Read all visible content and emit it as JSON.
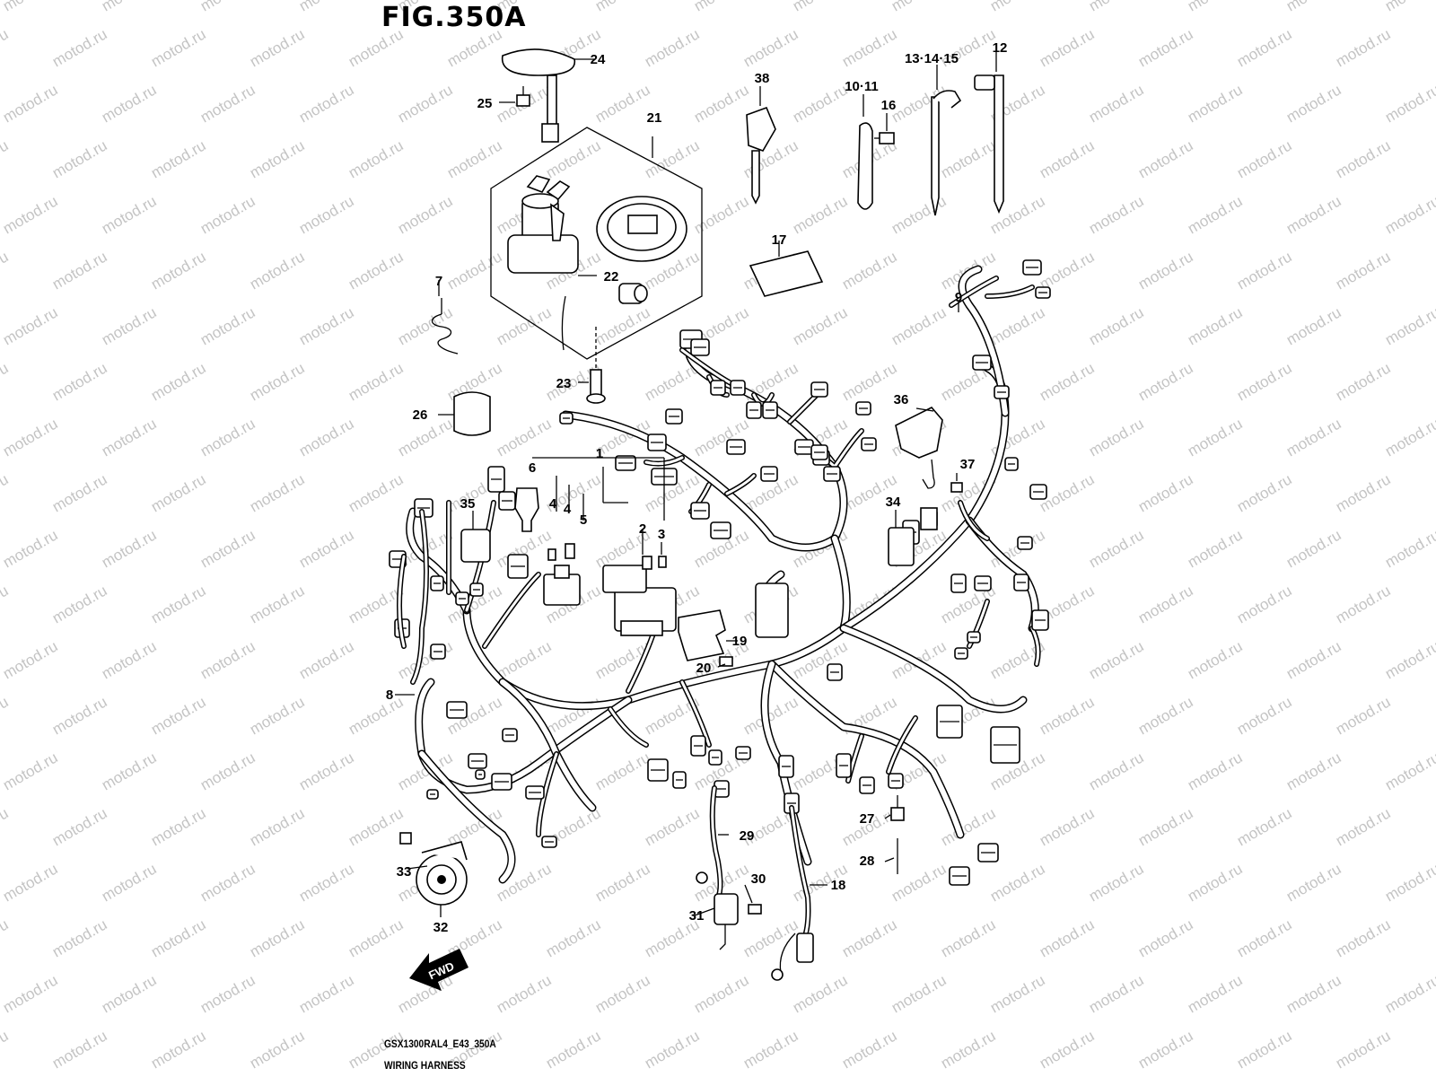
{
  "figure": {
    "title": "FIG.350A",
    "model_code": "GSX1300RAL4_E43_350A",
    "name": "WIRING HARNESS",
    "watermark": "motod.ru"
  },
  "labels": {
    "l1": "1",
    "l2": "2",
    "l3": "3",
    "l4a": "4",
    "l4b": "4",
    "l5": "5",
    "l6": "6",
    "l7": "7",
    "l8": "8",
    "l9": "9",
    "l10_11": "10·11",
    "l12": "12",
    "l13_15": "13·14·15",
    "l16": "16",
    "l17": "17",
    "l18": "18",
    "l19": "19",
    "l20": "20",
    "l21": "21",
    "l22": "22",
    "l23": "23",
    "l24": "24",
    "l25": "25",
    "l26": "26",
    "l27": "27",
    "l28": "28",
    "l29": "29",
    "l30": "30",
    "l31": "31",
    "l32": "32",
    "l33": "33",
    "l34": "34",
    "l35": "35",
    "l36": "36",
    "l37": "37",
    "l38": "38"
  },
  "direction_indicator": {
    "label": "FWD",
    "icon": "fwd-arrow-icon"
  },
  "colors": {
    "line": "#000000",
    "background": "#ffffff",
    "watermark": "#c4c4c4"
  }
}
